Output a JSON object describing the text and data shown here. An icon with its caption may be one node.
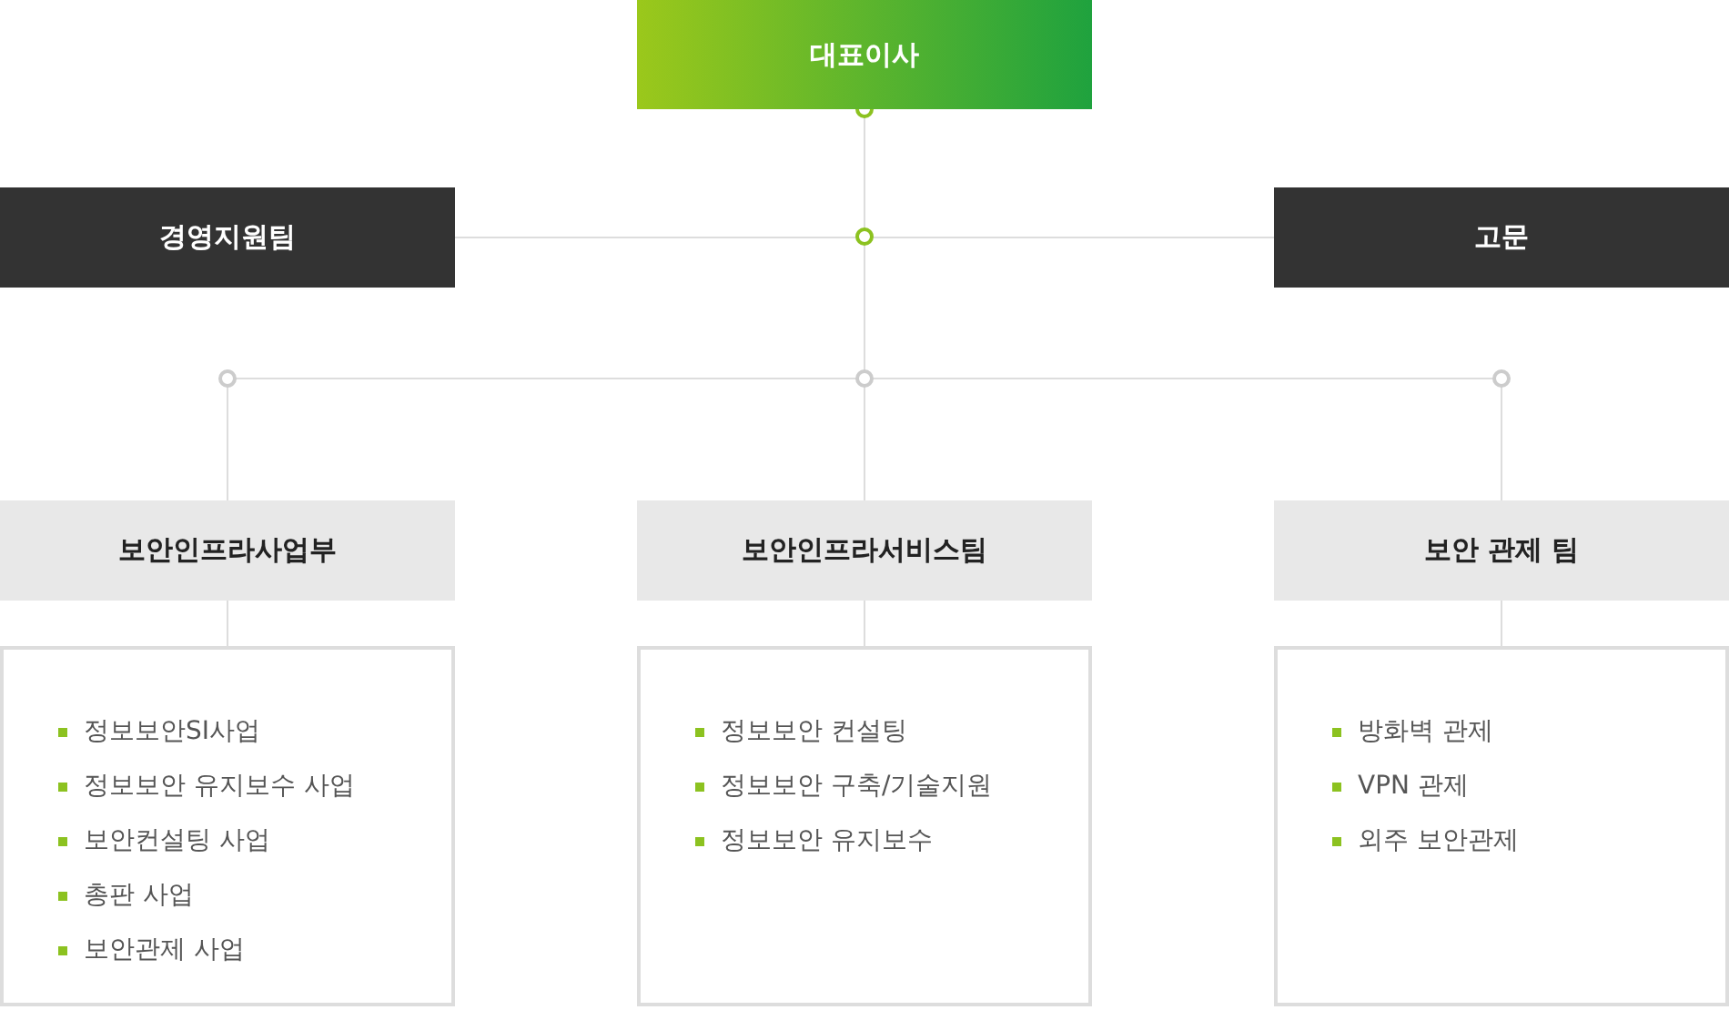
{
  "diagram": {
    "nodes": [
      {
        "text": [
          "대표이사"
        ]
      },
      {
        "text": [
          "경영지원팀"
        ]
      },
      {
        "text": [
          "고문"
        ]
      },
      {
        "text": [
          "보안인프라사업부"
        ]
      },
      {
        "text": [
          "보안인프라서비스팀"
        ]
      },
      {
        "text": [
          "보안 관제 팀"
        ]
      },
      {
        "text": [
          "정보보안SI사업",
          "정보보안 유지보수 사업",
          "보안컨설팅 사업",
          "총판 사업",
          "보안관제 사업"
        ]
      },
      {
        "text": [
          "정보보안 컨설팅",
          "정보보안 구축/기술지원",
          "정보보안 유지보수"
        ]
      },
      {
        "text": [
          "방화벽 관제",
          "VPN 관제",
          "외주 보안관제"
        ]
      }
    ],
    "edges": [
      {
        "from": 0,
        "to": 1,
        "arrow": "none"
      },
      {
        "from": 0,
        "to": 2,
        "arrow": "none"
      },
      {
        "from": 0,
        "to": 3,
        "arrow": "none"
      },
      {
        "from": 0,
        "to": 4,
        "arrow": "none"
      },
      {
        "from": 0,
        "to": 5,
        "arrow": "none"
      },
      {
        "from": 3,
        "to": 6,
        "arrow": "none"
      },
      {
        "from": 4,
        "to": 7,
        "arrow": "none"
      },
      {
        "from": 5,
        "to": 8,
        "arrow": "none"
      }
    ]
  }
}
